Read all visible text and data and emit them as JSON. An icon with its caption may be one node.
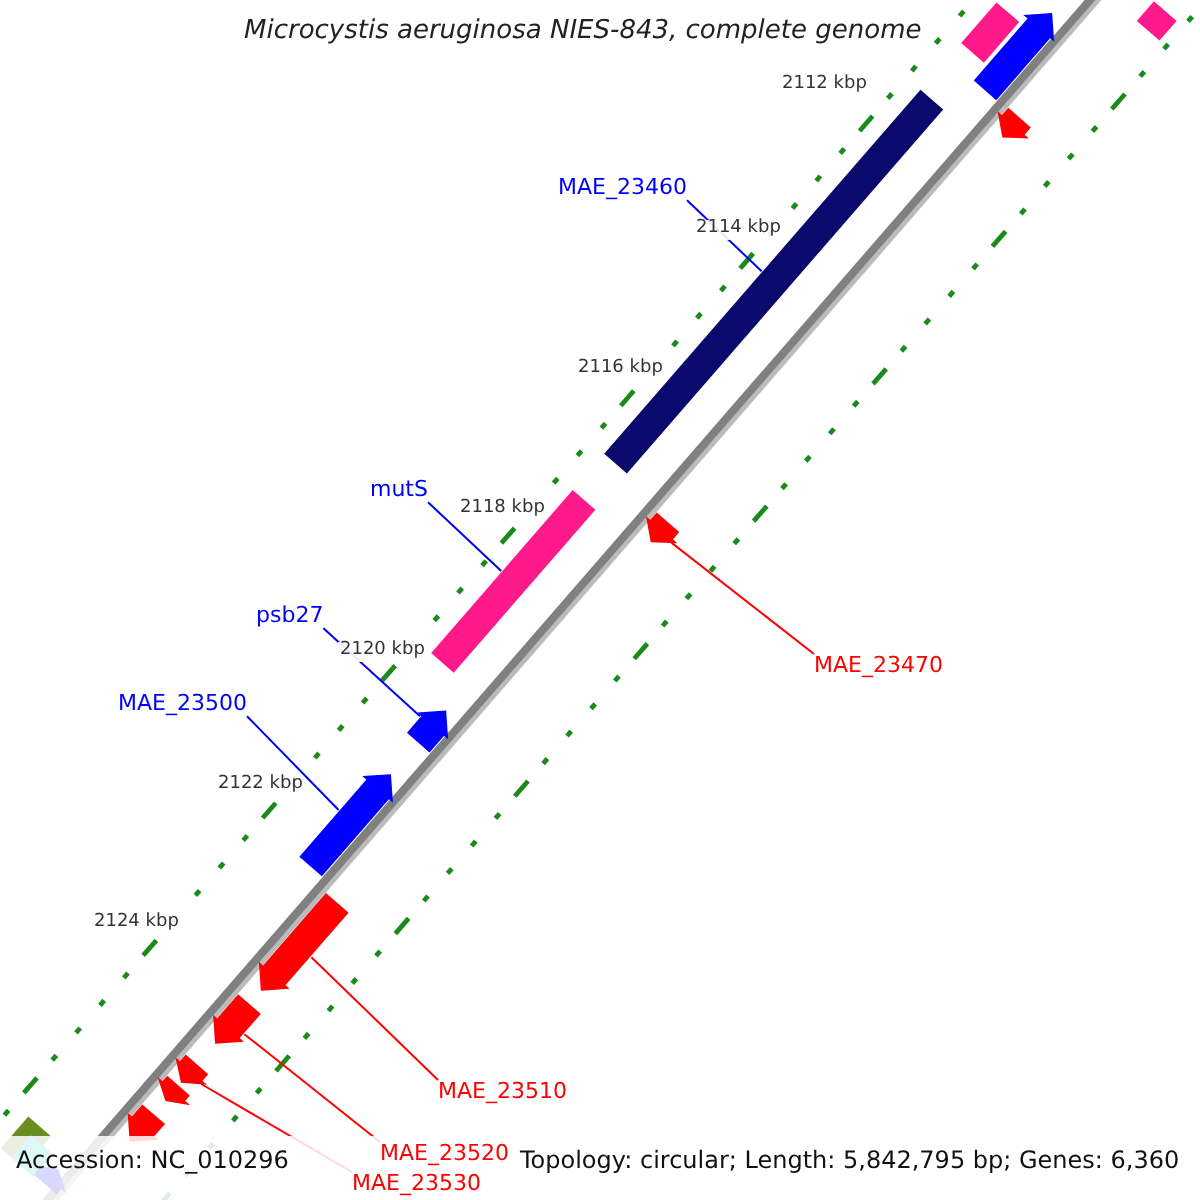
{
  "diagram": {
    "title": "Microcystis aeruginosa NIES-843, complete genome",
    "nodes": [
      {
        "text": [
          "MAE_23460"
        ]
      },
      {
        "text": [
          "mutS"
        ]
      },
      {
        "text": [
          "psb27"
        ]
      },
      {
        "text": [
          "MAE_23500"
        ]
      },
      {
        "text": [
          "MAE_23470"
        ]
      },
      {
        "text": [
          "MAE_23510"
        ]
      },
      {
        "text": [
          "MAE_23520"
        ]
      },
      {
        "text": [
          "MAE_23530"
        ]
      },
      {
        "text": [],
        "shape": "bar"
      },
      {
        "text": [],
        "shape": "bar"
      },
      {
        "text": [],
        "shape": "arrow"
      },
      {
        "text": [],
        "shape": "arrow"
      },
      {
        "text": [],
        "shape": "arrow"
      },
      {
        "text": [],
        "shape": "arrow"
      },
      {
        "text": [],
        "shape": "arrow"
      },
      {
        "text": [],
        "shape": "arrow"
      },
      {
        "text": [],
        "shape": "bar"
      },
      {
        "text": [],
        "shape": "arrow"
      },
      {
        "text": [],
        "shape": "arrow"
      },
      {
        "text": [],
        "shape": "bar"
      },
      {
        "text": [],
        "shape": "arrow"
      },
      {
        "text": [],
        "shape": "arrow"
      },
      {
        "text": [],
        "shape": "bar"
      },
      {
        "text": [],
        "shape": "bar"
      },
      {
        "text": [],
        "shape": "arrow"
      }
    ],
    "edges": [
      {
        "from": 0,
        "to": 8,
        "arrow": "none",
        "color": "#0000ff"
      },
      {
        "from": 1,
        "to": 9,
        "arrow": "none",
        "color": "#0000ff"
      },
      {
        "from": 2,
        "to": 10,
        "arrow": "none",
        "color": "#0000ff"
      },
      {
        "from": 3,
        "to": 11,
        "arrow": "none",
        "color": "#0000ff"
      },
      {
        "from": 4,
        "to": 12,
        "arrow": "none",
        "color": "#ff0000"
      },
      {
        "from": 5,
        "to": 13,
        "arrow": "none",
        "color": "#ff0000"
      },
      {
        "from": 6,
        "to": 14,
        "arrow": "none",
        "color": "#ff0000"
      },
      {
        "from": 7,
        "to": 15,
        "arrow": "none",
        "color": "#ff0000"
      }
    ],
    "labels": [
      "2112 kbp",
      "2114 kbp",
      "2116 kbp",
      "2118 kbp",
      "2120 kbp",
      "2122 kbp",
      "2124 kbp",
      "Accession: NC_010296",
      "Topology: circular; Length: 5,842,795 bp; Genes: 6,360"
    ]
  }
}
